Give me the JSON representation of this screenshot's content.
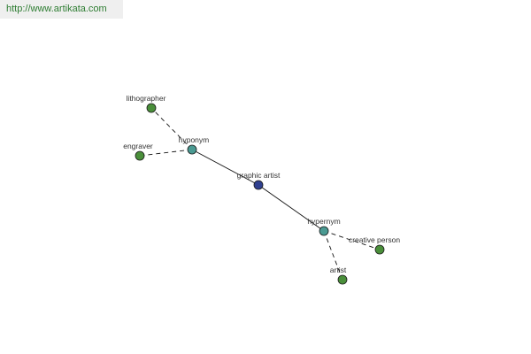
{
  "source_url": "http://www.artikata.com",
  "graph": {
    "center": "graphic artist",
    "nodes": [
      {
        "id": "center",
        "label": "graphic artist",
        "kind": "center",
        "color": "#2f3f8f"
      },
      {
        "id": "hyponym",
        "label": "hyponym",
        "kind": "relation",
        "color": "#4a9a92"
      },
      {
        "id": "hypernym",
        "label": "hypernym",
        "kind": "relation",
        "color": "#4a9a92"
      },
      {
        "id": "lithographer",
        "label": "lithographer",
        "kind": "word",
        "color": "#4a8f3a"
      },
      {
        "id": "engraver",
        "label": "engraver",
        "kind": "word",
        "color": "#4a8f3a"
      },
      {
        "id": "creative-person",
        "label": "creative person",
        "kind": "word",
        "color": "#4a8f3a"
      },
      {
        "id": "artist",
        "label": "artist",
        "kind": "word",
        "color": "#4a8f3a"
      }
    ],
    "edges": [
      {
        "from": "center",
        "to": "hyponym",
        "style": "solid"
      },
      {
        "from": "center",
        "to": "hypernym",
        "style": "solid"
      },
      {
        "from": "hyponym",
        "to": "lithographer",
        "style": "dashed"
      },
      {
        "from": "hyponym",
        "to": "engraver",
        "style": "dashed"
      },
      {
        "from": "hypernym",
        "to": "creative-person",
        "style": "dashed"
      },
      {
        "from": "hypernym",
        "to": "artist",
        "style": "dashed"
      }
    ]
  }
}
